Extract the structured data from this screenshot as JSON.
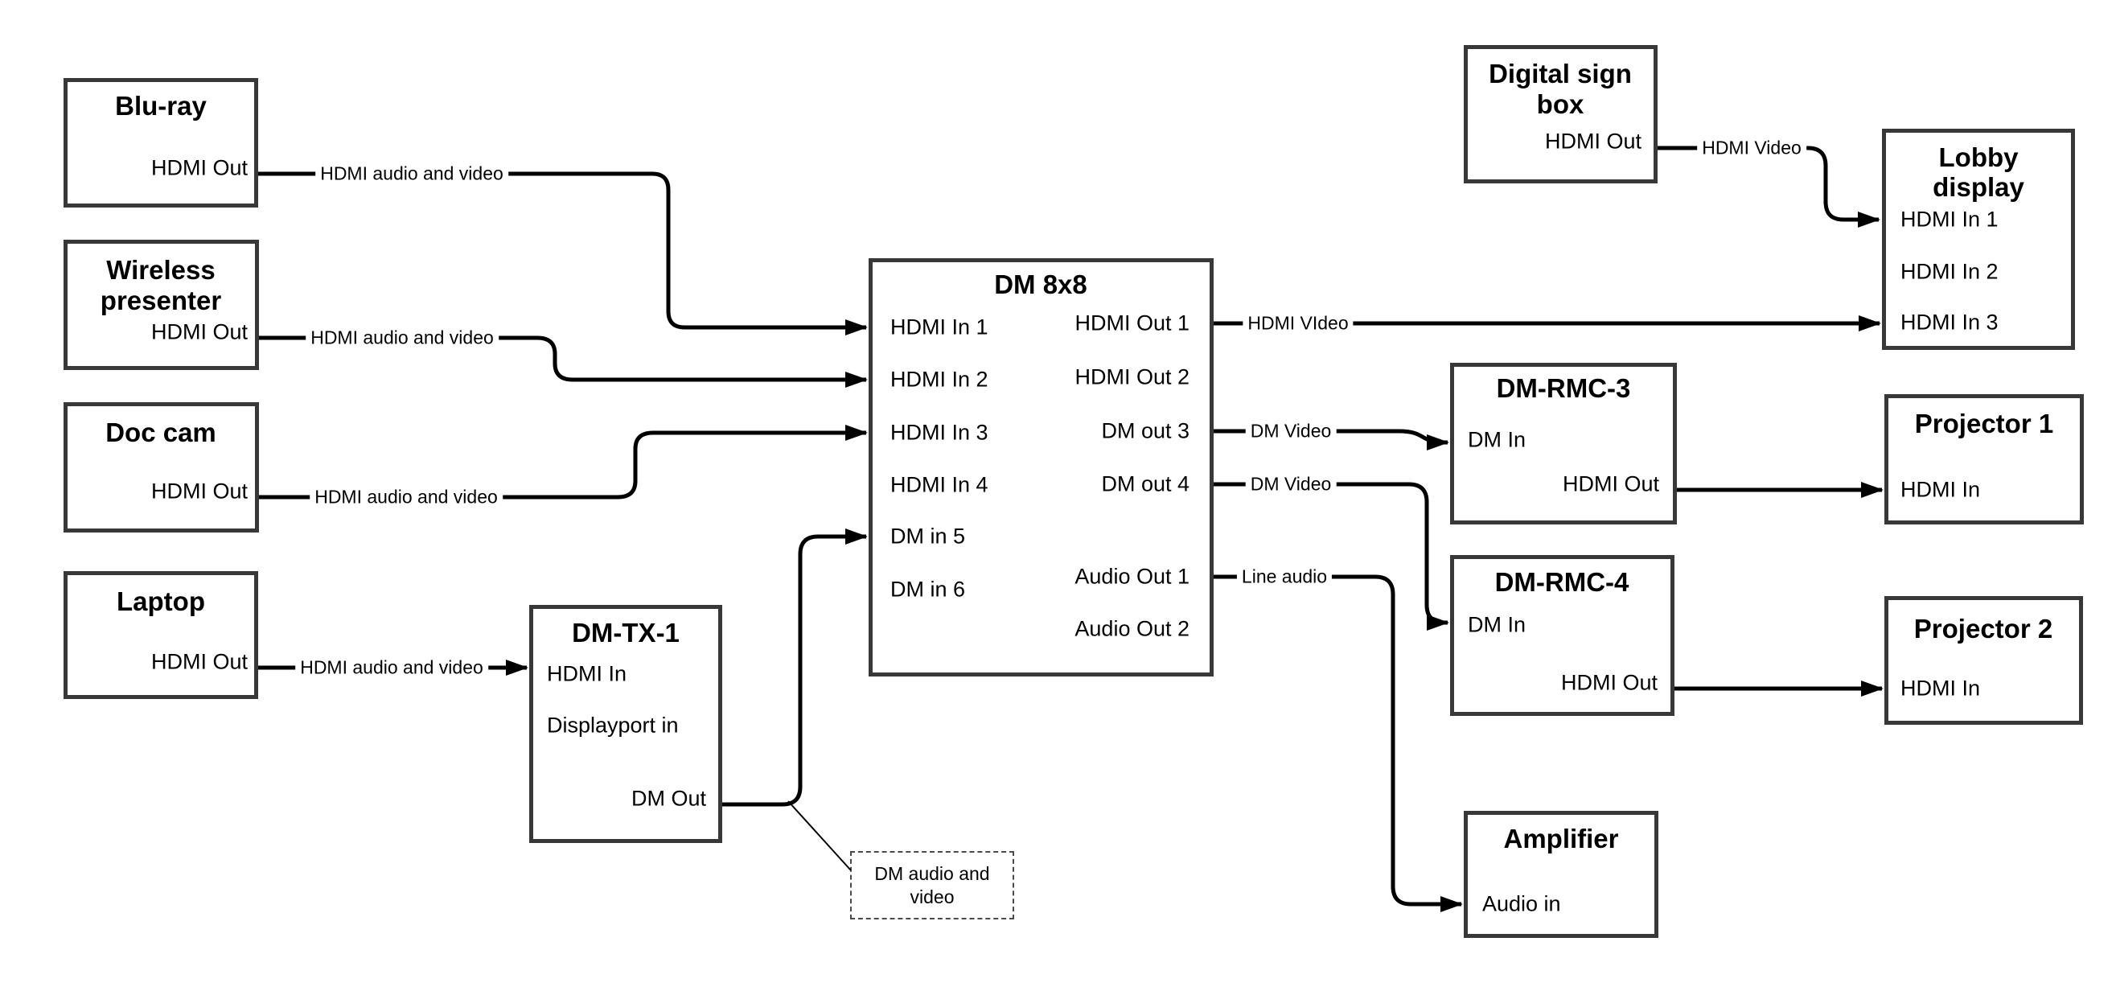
{
  "diagram": {
    "colors": {
      "wire": "#000000",
      "border": "#383838",
      "background": "#ffffff"
    },
    "nodes": {
      "bluray": {
        "title": "Blu-ray",
        "ports": {
          "hdmi_out": "HDMI Out"
        }
      },
      "wireless": {
        "title_line1": "Wireless",
        "title_line2": "presenter",
        "ports": {
          "hdmi_out": "HDMI Out"
        }
      },
      "doccam": {
        "title": "Doc cam",
        "ports": {
          "hdmi_out": "HDMI Out"
        }
      },
      "laptop": {
        "title": "Laptop",
        "ports": {
          "hdmi_out": "HDMI Out"
        }
      },
      "dmtx1": {
        "title": "DM-TX-1",
        "ports": {
          "hdmi_in": "HDMI In",
          "displayport_in": "Displayport in",
          "dm_out": "DM Out"
        }
      },
      "dm8x8": {
        "title": "DM 8x8",
        "ports_left": [
          "HDMI In 1",
          "HDMI In 2",
          "HDMI In 3",
          "HDMI In 4",
          "DM in 5",
          "DM in 6"
        ],
        "ports_right": [
          "HDMI Out 1",
          "HDMI Out 2",
          "DM out 3",
          "DM out 4",
          "Audio Out 1",
          "Audio Out 2"
        ]
      },
      "signbox": {
        "title_line1": "Digital sign",
        "title_line2": "box",
        "ports": {
          "hdmi_out": "HDMI Out"
        }
      },
      "lobby": {
        "title_line1": "Lobby",
        "title_line2": "display",
        "ports": {
          "in1": "HDMI In 1",
          "in2": "HDMI In 2",
          "in3": "HDMI In 3"
        }
      },
      "rmc3": {
        "title": "DM-RMC-3",
        "ports": {
          "dm_in": "DM In",
          "hdmi_out": "HDMI Out"
        }
      },
      "proj1": {
        "title": "Projector 1",
        "ports": {
          "hdmi_in": "HDMI In"
        }
      },
      "rmc4": {
        "title": "DM-RMC-4",
        "ports": {
          "dm_in": "DM In",
          "hdmi_out": "HDMI Out"
        }
      },
      "proj2": {
        "title": "Projector 2",
        "ports": {
          "hdmi_in": "HDMI In"
        }
      },
      "amp": {
        "title": "Amplifier",
        "ports": {
          "audio_in": "Audio in"
        }
      }
    },
    "wires": {
      "bluray_to_dm8x8": "HDMI audio and video",
      "wireless_to_dm8x8": "HDMI audio and video",
      "doccam_to_dm8x8": "HDMI audio and video",
      "laptop_to_dmtx1": "HDMI audio and video",
      "out1_to_lobby": "HDMI VIdeo",
      "out3_to_rmc3": "DM Video",
      "out4_to_rmc4": "DM Video",
      "audio1_to_amp": "Line audio",
      "signbox_to_lobby": "HDMI Video"
    },
    "callout": {
      "line1": "DM audio and",
      "line2": "video"
    }
  }
}
